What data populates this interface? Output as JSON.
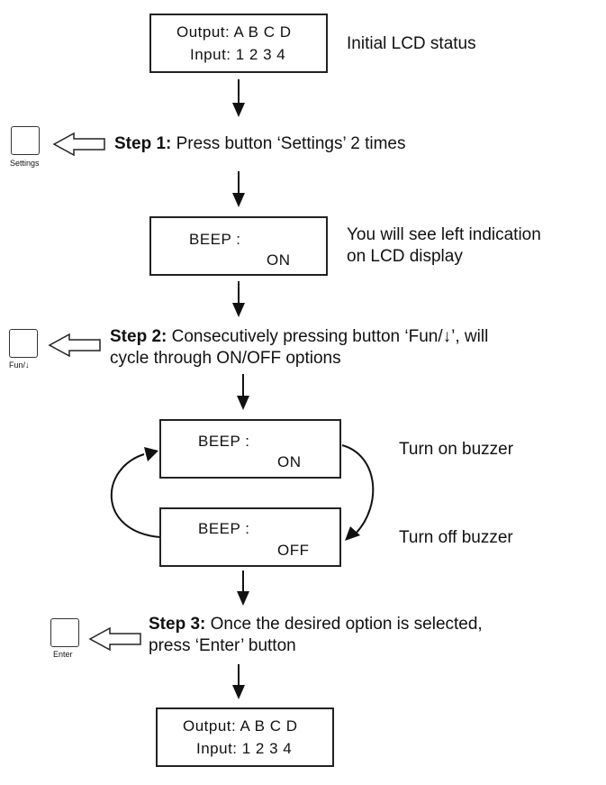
{
  "lcd_initial": {
    "line1": "Output: A B C D",
    "line2": "Input: 1 2 3 4"
  },
  "lcd_initial_caption": "Initial LCD status",
  "settings_button_label": "Settings",
  "step1": {
    "prefix": "Step 1:",
    "text": " Press button ‘Settings’ 2 times"
  },
  "lcd_beep1": {
    "line1": "BEEP :",
    "line2": "ON"
  },
  "lcd_beep1_caption": {
    "line1": "You will see left indication",
    "line2": "on LCD display"
  },
  "fun_button_label": "Fun/↓",
  "step2": {
    "prefix": "Step 2:",
    "text": " Consecutively pressing button ‘Fun/↓’, will",
    "line2": "cycle through ON/OFF options"
  },
  "lcd_beep_on": {
    "line1": "BEEP :",
    "line2": "ON"
  },
  "lcd_beep_on_caption": "Turn on buzzer",
  "lcd_beep_off": {
    "line1": "BEEP :",
    "line2": "OFF"
  },
  "lcd_beep_off_caption": "Turn off buzzer",
  "enter_button_label": "Enter",
  "step3": {
    "prefix": "Step 3:",
    "text": " Once the desired option is selected,",
    "line2": "press ‘Enter’ button"
  },
  "lcd_final": {
    "line1": "Output: A B C D",
    "line2": "Input: 1 2 3 4"
  }
}
